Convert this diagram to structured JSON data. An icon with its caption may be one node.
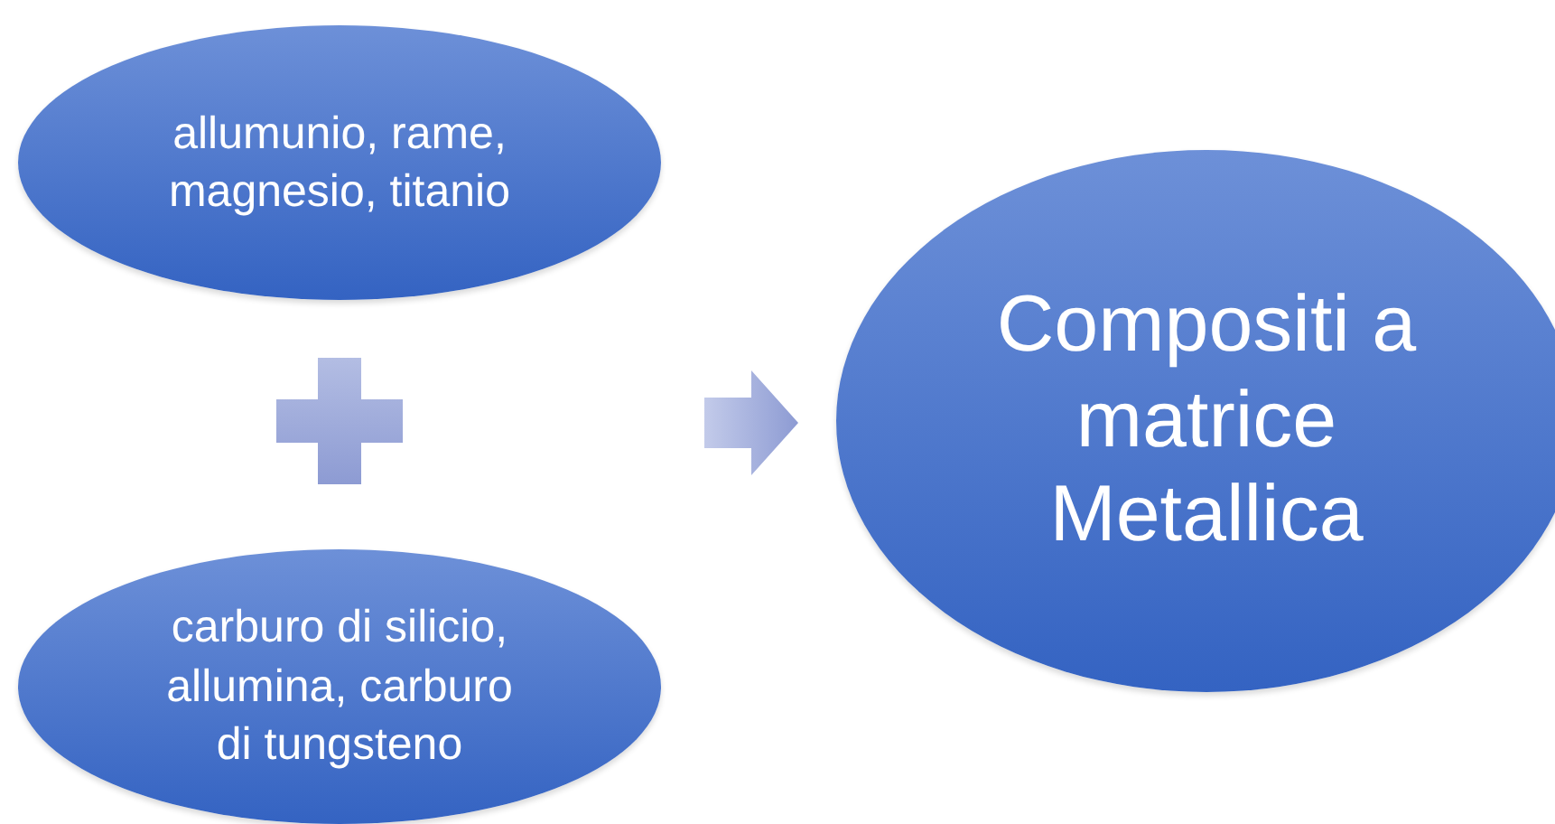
{
  "diagram": {
    "nodes": [
      {
        "text": [
          "allumunio, rame, magnesio, titanio"
        ]
      },
      {
        "text": [
          "carburo di silicio, allumina, carburo di tungsteno"
        ]
      },
      {
        "text": [
          "Compositi a matrice Metallica"
        ]
      }
    ],
    "edges": [
      {
        "from": 0,
        "to": 2,
        "arrow": "to"
      },
      {
        "from": 1,
        "to": 2,
        "arrow": "to"
      }
    ]
  }
}
